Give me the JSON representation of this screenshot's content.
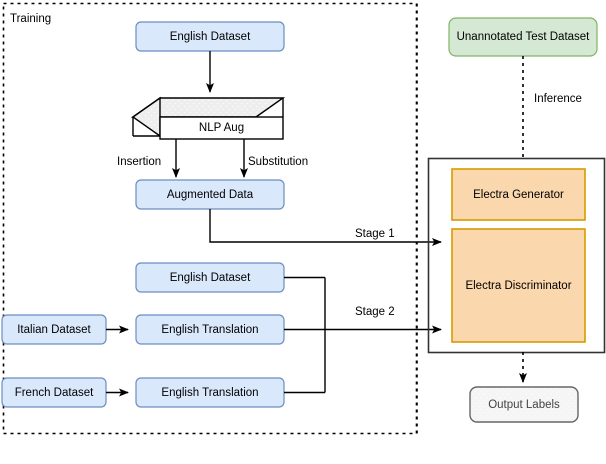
{
  "diagram": {
    "title_region_training": "Training",
    "inference_label": "Inference",
    "stage1_label": "Stage 1",
    "stage2_label": "Stage 2",
    "insertion_label": "Insertion",
    "substitution_label": "Substitution"
  },
  "nodes": {
    "english_dataset_top": "English Dataset",
    "nlp_aug": "NLP Aug",
    "augmented_data": "Augmented Data",
    "english_dataset_stage2": "English Dataset",
    "italian_dataset": "Italian Dataset",
    "french_dataset": "French Dataset",
    "english_translation_it": "English Translation",
    "english_translation_fr": "English Translation",
    "unannotated_test_dataset": "Unannotated Test Dataset",
    "electra_generator": "Electra Generator",
    "electra_discriminator": "Electra Discriminator",
    "output_labels": "Output Labels"
  },
  "colors": {
    "blue_fill": "#dae8fc",
    "blue_stroke": "#6c8ebf",
    "green_fill": "#d5e8d4",
    "green_stroke": "#82b366",
    "orange_fill": "#fad7ac",
    "orange_stroke": "#d79b00",
    "gray_fill": "#f5f5f5",
    "gray_stroke": "#666666",
    "line": "#000000",
    "dashed_boundary": "#000000"
  }
}
